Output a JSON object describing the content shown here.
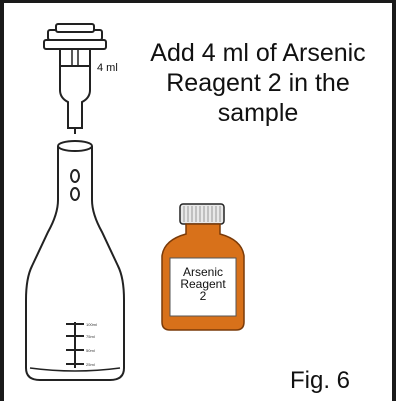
{
  "instruction": {
    "line1": "Add 4 ml of Arsenic",
    "line2": "Reagent 2 in the",
    "line3": "sample"
  },
  "syringe": {
    "volume_label": "4 ml"
  },
  "bottle": {
    "label_line1": "Arsenic",
    "label_line2": "Reagent",
    "label_line3": "2",
    "cap_color": "#e8e8e8",
    "body_color": "#d8711a"
  },
  "flask": {
    "graduations": [
      "100ml",
      "75ml",
      "50ml",
      "25ml"
    ]
  },
  "figure": {
    "label": "Fig. 6"
  }
}
